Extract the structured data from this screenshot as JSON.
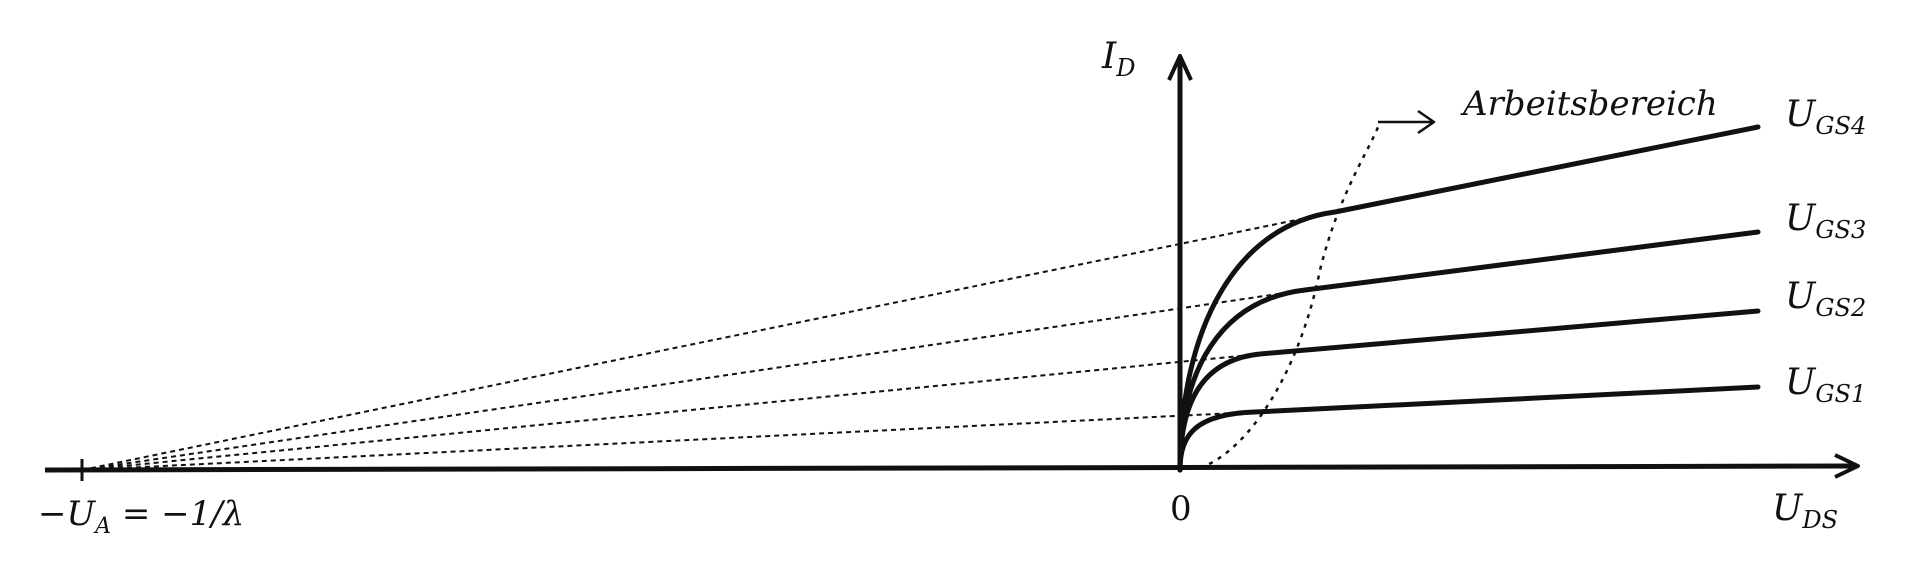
{
  "diagram": {
    "y_axis_label": {
      "main": "I",
      "sub": "D"
    },
    "x_axis_label": {
      "main": "U",
      "sub": "DS"
    },
    "origin_label": "0",
    "intercept_label": {
      "prefix": "−U",
      "sub": "A",
      "suffix": " = −1/λ"
    },
    "region_label": "Arbeitsbereich",
    "curves": [
      {
        "id": "gs4",
        "main": "U",
        "sub": "GS4"
      },
      {
        "id": "gs3",
        "main": "U",
        "sub": "GS3"
      },
      {
        "id": "gs2",
        "main": "U",
        "sub": "GS2"
      },
      {
        "id": "gs1",
        "main": "U",
        "sub": "GS1"
      }
    ]
  }
}
